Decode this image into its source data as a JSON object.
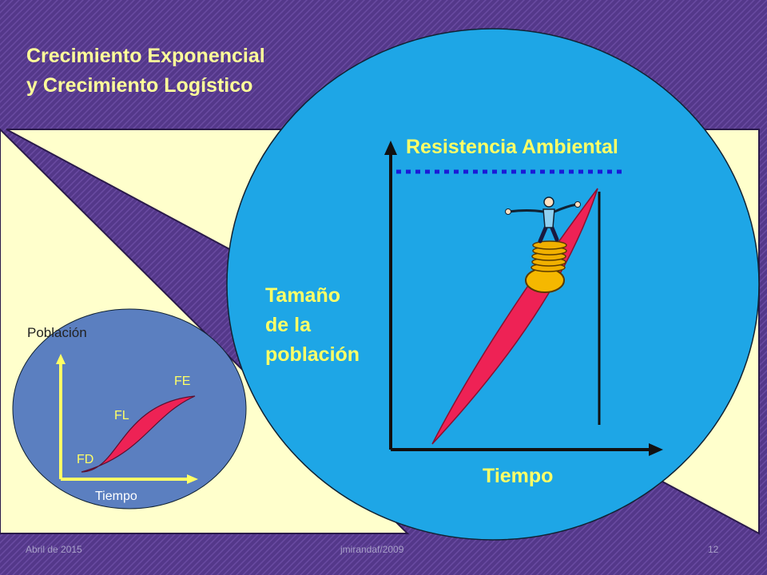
{
  "slide": {
    "title_line1": "Crecimiento Exponencial",
    "title_line2": "y Crecimiento Logístico"
  },
  "main_diagram": {
    "y_label_line1": "Tamaño",
    "y_label_line2": "de la",
    "y_label_line3": "población",
    "x_label": "Tiempo",
    "limit_label": "Resistencia Ambiental"
  },
  "inset_diagram": {
    "y_label": "Población",
    "x_label": "Tiempo",
    "labels": {
      "fe": "FE",
      "fl": "FL",
      "fd": "FD"
    }
  },
  "footer": {
    "date": "Abril de 2015",
    "author": "jmirandaf/2009",
    "page": "12"
  },
  "colors": {
    "background_purple": "#5a3a8c",
    "panel_cream": "#ffffcc",
    "big_circle": "#1ea6e6",
    "small_circle": "#5b7fc0",
    "curve_red": "#ee2255",
    "title_yellow": "#ffff99",
    "limit_dots": "#1a1ad8"
  },
  "icons": [
    "surfer-on-coins-icon"
  ]
}
